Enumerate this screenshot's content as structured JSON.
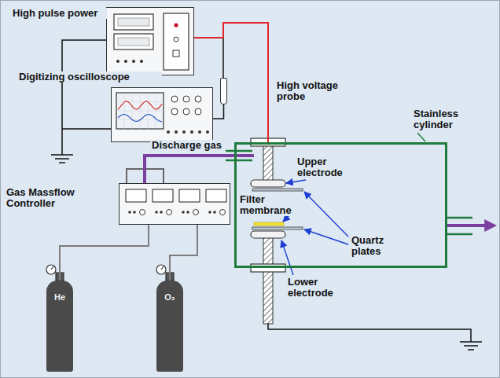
{
  "diagram": {
    "nodes": [
      {
        "text": [
          "High pulse power"
        ]
      },
      {
        "text": [
          "Digitizing oscilloscope"
        ]
      },
      {
        "text": [
          "High voltage probe"
        ]
      },
      {
        "text": [
          "Stainless cylinder"
        ]
      },
      {
        "text": [
          "Gas Massflow Controller"
        ]
      },
      {
        "text": [
          "He"
        ]
      },
      {
        "text": [
          "O₂"
        ]
      }
    ],
    "edges": [
      {
        "from": 0,
        "to": 3,
        "arrow": "none"
      },
      {
        "from": 1,
        "to": 2,
        "arrow": "none"
      },
      {
        "from": 4,
        "to": 3,
        "label": "Discharge gas",
        "arrow": "none"
      },
      {
        "from": 5,
        "to": 4,
        "arrow": "none"
      },
      {
        "from": 6,
        "to": 4,
        "arrow": "none"
      }
    ],
    "labels": [
      "Upper electrode",
      "Filter membrane",
      "Quartz plates",
      "Lower electrode"
    ]
  }
}
